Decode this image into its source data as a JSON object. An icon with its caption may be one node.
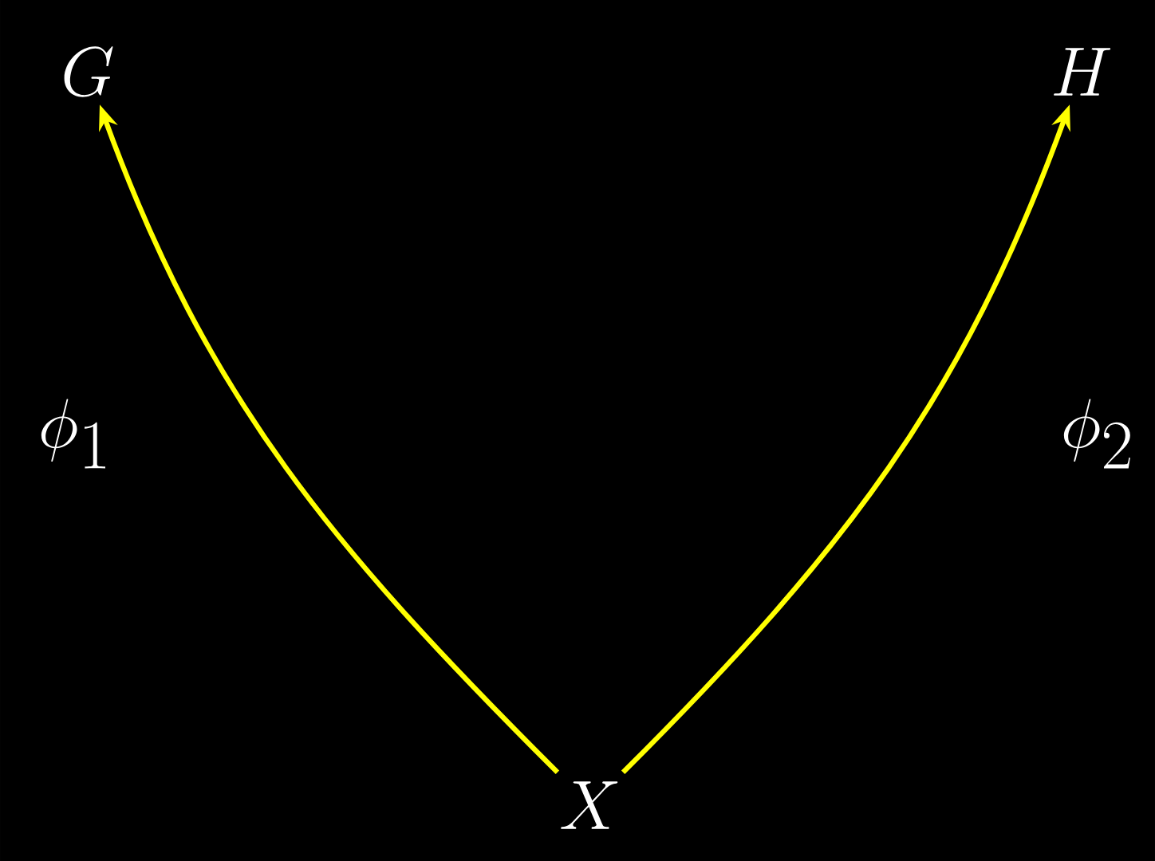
{
  "diagram": {
    "nodes": [
      {
        "text": [
          "G"
        ]
      },
      {
        "text": [
          "H"
        ]
      },
      {
        "text": [
          "X"
        ]
      }
    ],
    "edges": [
      {
        "from": 2,
        "to": 0,
        "arrow": "to",
        "label": "\\phi_1"
      },
      {
        "from": 2,
        "to": 1,
        "arrow": "to",
        "label": "\\phi_2"
      }
    ]
  }
}
